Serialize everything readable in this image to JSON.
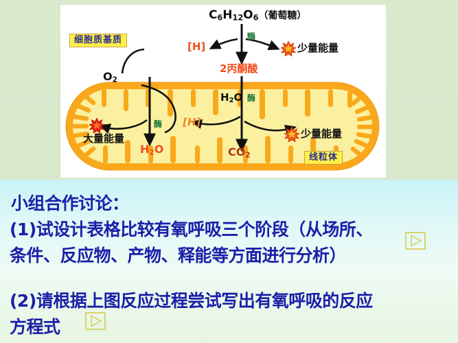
{
  "slide": {
    "background_color": "#d9e9cb",
    "panel_background": "#ffffff",
    "text_panel_accent": "#1b1fa8"
  },
  "diagram": {
    "title_formula": "C",
    "glucose": {
      "formula_c": "C",
      "sub6a": "6",
      "formula_h": "H",
      "sub12": "12",
      "formula_o": "O",
      "sub6b": "6",
      "name": "（葡萄糖）"
    },
    "cytoplasm_label": "细胞质基质",
    "mitochondria_label": "线粒体",
    "enzyme_label_1": "酶",
    "enzyme_label_2": "酶",
    "enzyme_label_3": "酶",
    "nadh_outer": "[H]",
    "nadh_inner": "[H]",
    "pyruvate": "2丙酮酸",
    "oxygen": "O",
    "oxygen_sub": "2",
    "water_in": "H",
    "water_in_sub": "2",
    "water_in_o": "O",
    "water_out": "H",
    "water_out_sub": "2",
    "water_out_o": "O",
    "co2": "CO",
    "co2_sub": "2",
    "energy_small_1": "少量能量",
    "energy_small_2": "少量能量",
    "energy_large": "大量能量",
    "colors": {
      "membrane": "#f7a81b",
      "matrix": "#fbf0a0",
      "red_text": "#f04e1e",
      "dark_red_text": "#b33a16",
      "enzyme_green": "#1e7a36",
      "label_box": "#ffef4a",
      "label_border": "#caa23a"
    }
  },
  "questions": {
    "heading": "小组合作讨论：",
    "q1_line1": "(1)试设计表格比较有氧呼吸三个阶段（从场所、",
    "q1_line2": "条件、反应物、产物、释能等方面进行分析）",
    "q2_line1": "(2)请根据上图反应过程尝试写出有氧呼吸的反应",
    "q2_line2": "方程式",
    "play_icon_1": "play-triangle",
    "play_icon_2": "play-triangle"
  }
}
